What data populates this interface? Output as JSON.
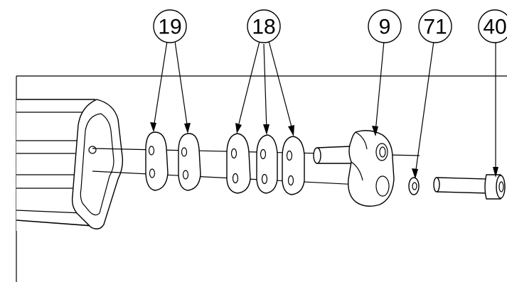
{
  "drawing": {
    "title": "",
    "callouts": [
      {
        "id": "callout-19",
        "label": "19"
      },
      {
        "id": "callout-18",
        "label": "18"
      },
      {
        "id": "callout-9",
        "label": "9"
      },
      {
        "id": "callout-71",
        "label": "71"
      },
      {
        "id": "callout-40",
        "label": "40"
      }
    ],
    "colors": {
      "line": "#000000",
      "background": "#ffffff"
    }
  }
}
